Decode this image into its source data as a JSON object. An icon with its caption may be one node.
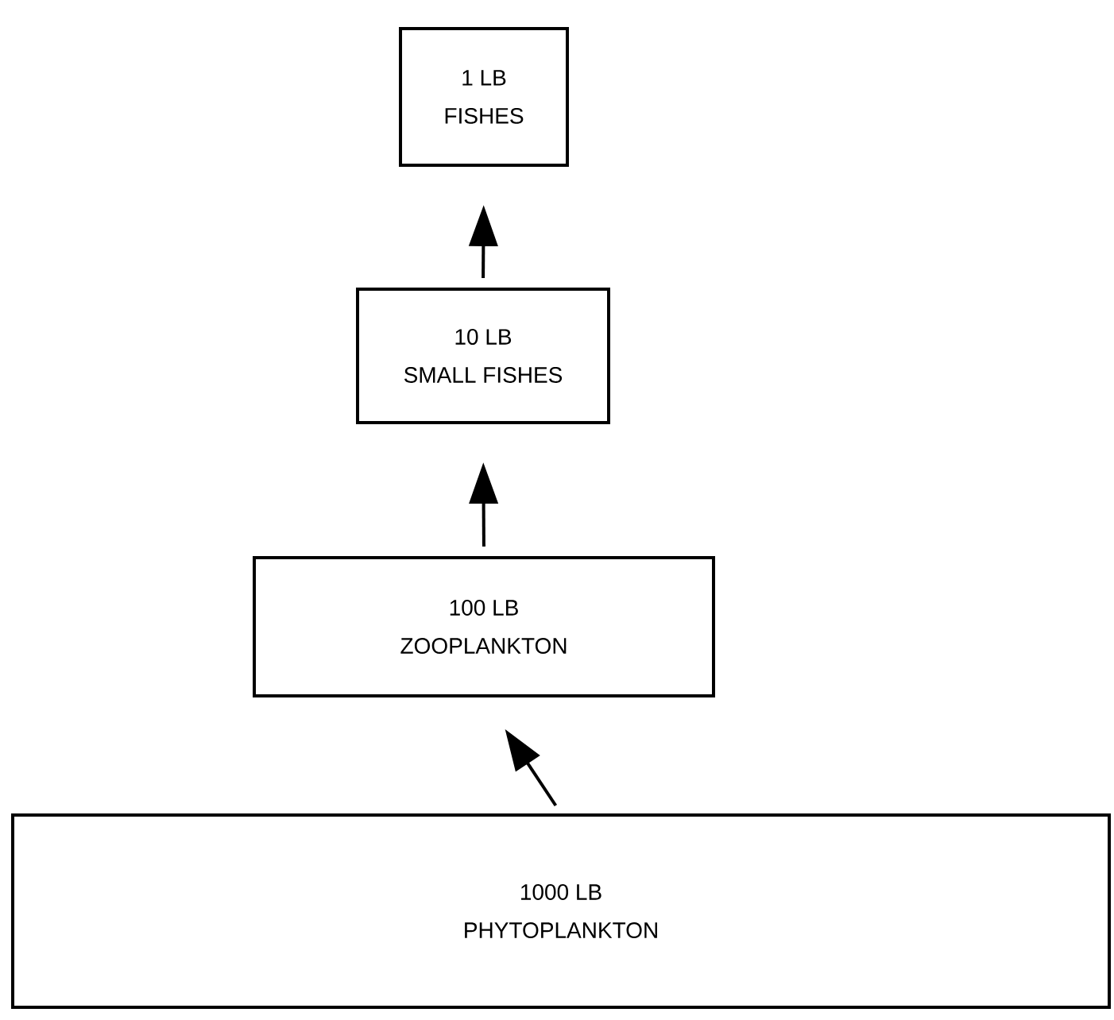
{
  "diagram": {
    "nodes": [
      {
        "text": [
          "1 LB",
          "FISHES"
        ]
      },
      {
        "text": [
          "10 LB",
          "SMALL FISHES"
        ]
      },
      {
        "text": [
          "100 LB",
          "ZOOPLANKTON"
        ]
      },
      {
        "text": [
          "1000 LB",
          "PHYTOPLANKTON"
        ]
      }
    ],
    "edges": [
      {
        "from": 1,
        "to": 0,
        "arrow": "to"
      },
      {
        "from": 2,
        "to": 1,
        "arrow": "to"
      },
      {
        "from": 3,
        "to": 2,
        "arrow": "to"
      }
    ]
  }
}
